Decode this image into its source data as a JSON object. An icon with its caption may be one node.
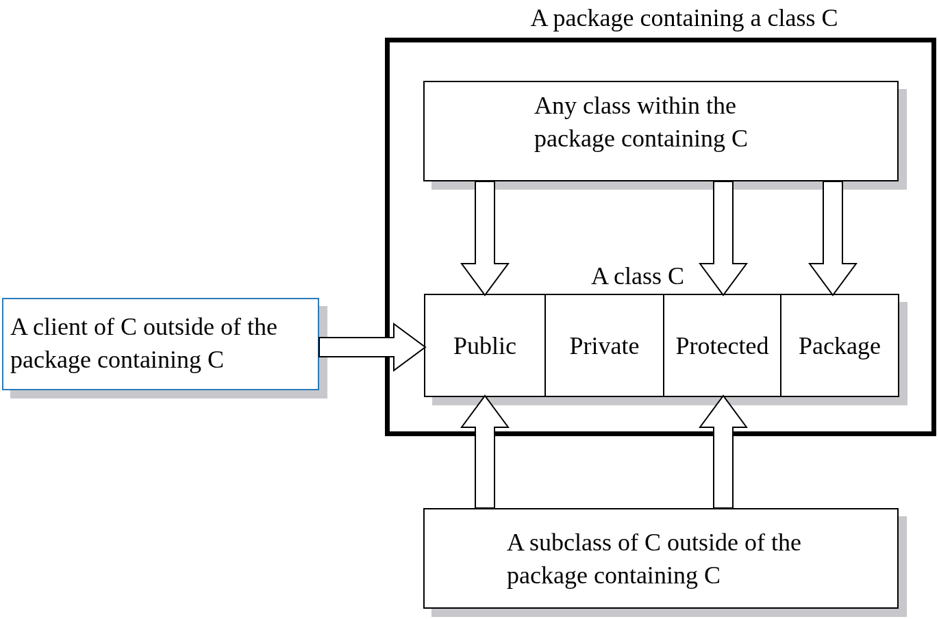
{
  "diagram": {
    "nodes": [
      {
        "text": [
          "A package containing a class C"
        ]
      },
      {
        "text": [
          "Any class within the package containing C"
        ],
        "in": 0
      },
      {
        "text": [
          "A class C"
        ],
        "in": 0
      },
      {
        "text": [
          "Public"
        ],
        "in": 2
      },
      {
        "text": [
          "Private"
        ],
        "in": 2
      },
      {
        "text": [
          "Protected"
        ],
        "in": 2
      },
      {
        "text": [
          "Package"
        ],
        "in": 2
      },
      {
        "text": [
          "A client of C outside of the package containing C"
        ]
      },
      {
        "text": [
          "A subclass of C outside of the package containing C"
        ]
      }
    ],
    "edges": [
      {
        "from": 1,
        "to": 3,
        "arrow": "to"
      },
      {
        "from": 1,
        "to": 5,
        "arrow": "to"
      },
      {
        "from": 1,
        "to": 6,
        "arrow": "to"
      },
      {
        "from": 7,
        "to": 3,
        "arrow": "to"
      },
      {
        "from": 8,
        "to": 3,
        "arrow": "to"
      },
      {
        "from": 8,
        "to": 5,
        "arrow": "to"
      }
    ]
  }
}
